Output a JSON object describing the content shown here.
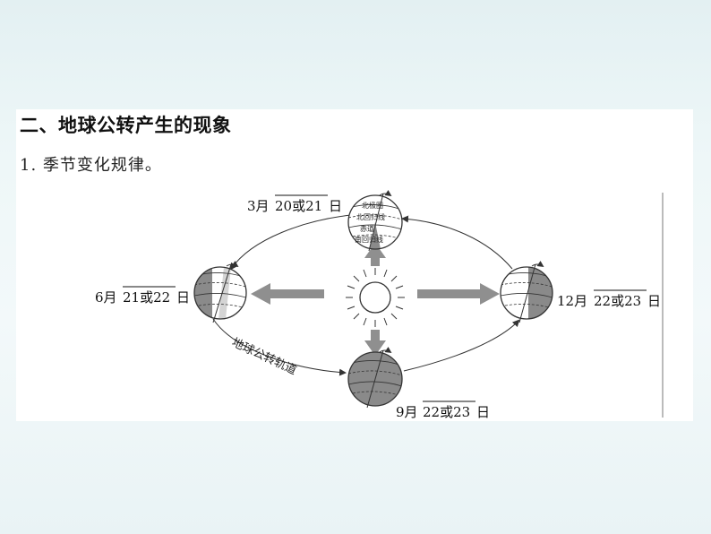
{
  "section_title": "二、地球公转产生的现象",
  "subsection": "1. 季节变化规律。",
  "labels": {
    "spring": {
      "month": "3月",
      "dates": "20或21",
      "suffix": "日"
    },
    "summer": {
      "month": "6月",
      "dates": "21或22",
      "suffix": "日"
    },
    "autumn": {
      "month": "9月",
      "dates": "22或23",
      "suffix": "日"
    },
    "winter": {
      "month": "12月",
      "dates": "22或23",
      "suffix": "日"
    }
  },
  "orbit_label": "地球公转轨道",
  "globe_text": [
    "北极圈",
    "北回归线",
    "赤道",
    "南回归线"
  ],
  "colors": {
    "shade": "#8a8a8a",
    "arrow": "#8f8f8f",
    "line": "#333333"
  }
}
